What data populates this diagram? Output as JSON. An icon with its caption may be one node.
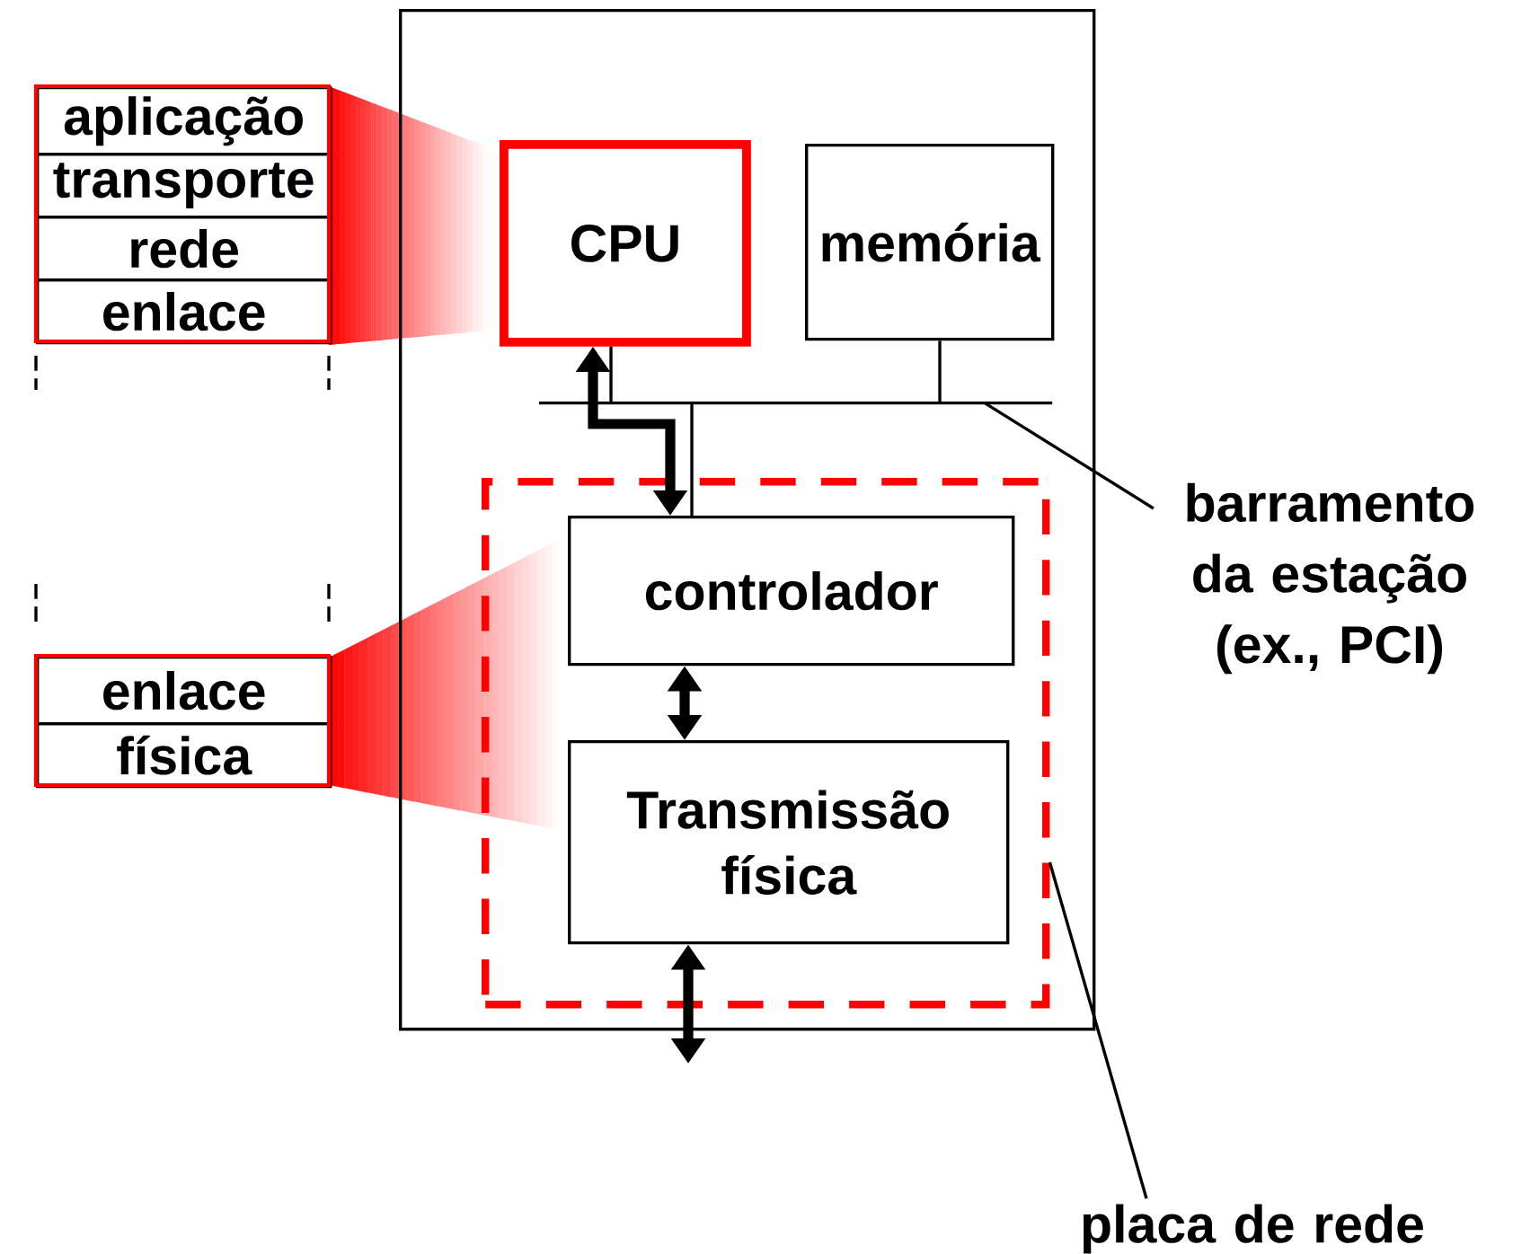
{
  "diagram": {
    "nodes": [
      {
        "text": [],
        "shape": "box"
      },
      {
        "text": [
          "CPU"
        ],
        "in": 0
      },
      {
        "text": [
          "memória"
        ],
        "in": 0
      },
      {
        "text": [],
        "shape": "bar",
        "in": 0
      },
      {
        "text": [],
        "shape": "box",
        "in": 0
      },
      {
        "text": [
          "controlador"
        ],
        "in": 4
      },
      {
        "text": [
          "Transmissão física"
        ],
        "in": 4
      },
      {
        "text": [
          "aplicação"
        ]
      },
      {
        "text": [
          "transporte"
        ]
      },
      {
        "text": [
          "rede"
        ]
      },
      {
        "text": [
          "enlace"
        ]
      },
      {
        "text": [
          "enlace"
        ]
      },
      {
        "text": [
          "física"
        ]
      },
      {
        "text": [
          "barramento da estação (ex., PCI)"
        ]
      },
      {
        "text": [
          "placa de rede"
        ]
      }
    ],
    "edges": [
      {
        "from": 1,
        "to": 5,
        "arrow": "both",
        "style": "thick"
      },
      {
        "from": 5,
        "to": 6,
        "arrow": "both",
        "style": "thick"
      },
      {
        "from": 6,
        "to": null,
        "arrow": "both",
        "style": "thick"
      },
      {
        "from": 1,
        "to": 3,
        "arrow": "none"
      },
      {
        "from": 2,
        "to": 3,
        "arrow": "none"
      },
      {
        "from": 3,
        "to": 5,
        "arrow": "none"
      },
      {
        "from": 13,
        "to": 3,
        "arrow": "none"
      },
      {
        "from": 14,
        "to": 4,
        "arrow": "none"
      }
    ]
  }
}
